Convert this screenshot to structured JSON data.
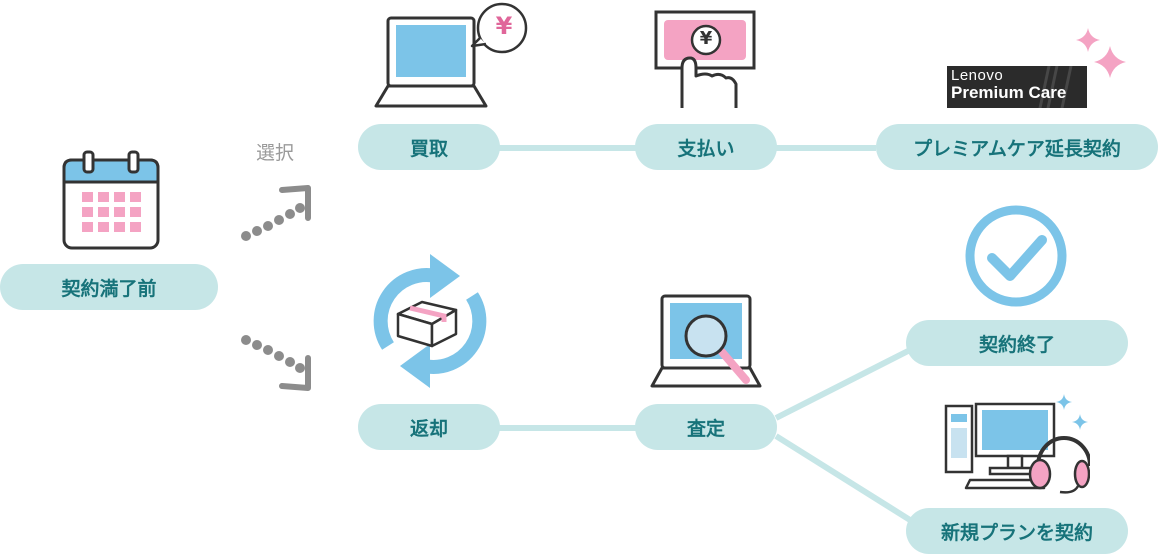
{
  "nodes": {
    "start": "契約満了前",
    "select_label": "選択",
    "buyback": "買取",
    "payment": "支払い",
    "premium_extension": "プレミアムケア延長契約",
    "return": "返却",
    "assessment": "査定",
    "contract_end": "契約終了",
    "new_plan": "新規プランを契約"
  },
  "brand": {
    "line1": "Lenovo",
    "line2": "Premium Care"
  },
  "icons": {
    "yen_symbol": "¥",
    "names": [
      "calendar-icon",
      "laptop-yen-icon",
      "payment-hand-icon",
      "sparkle-icon",
      "return-cycle-icon",
      "laptop-magnifier-icon",
      "check-circle-icon",
      "pc-headset-icon",
      "dotted-arrow-icon"
    ]
  },
  "colors": {
    "pill_bg": "#c6e6e7",
    "pill_text": "#17737a",
    "connector": "#c6e6e7",
    "accent_blue": "#7cc4e8",
    "accent_pink": "#f4a3c3",
    "outline": "#333333",
    "arrow_gray": "#8c8c8c"
  }
}
